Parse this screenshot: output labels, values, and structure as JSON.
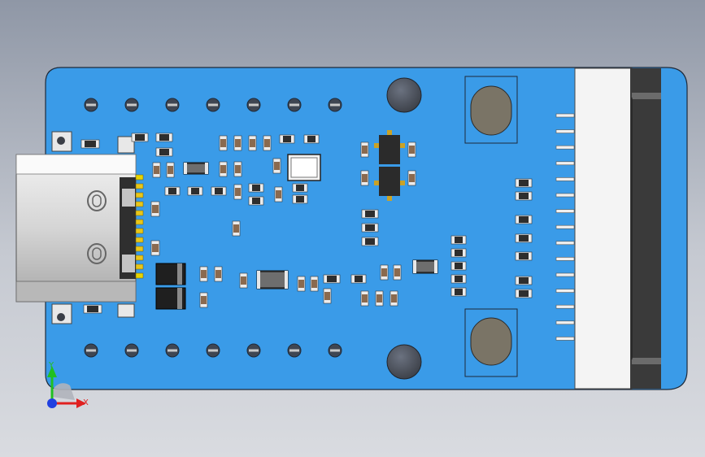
{
  "viewport": {
    "background_top": "#8f97a6",
    "background_bottom": "#d9dbe0"
  },
  "board": {
    "solder_mask_color": "#3a9be8",
    "outline_color": "#1e2a3a",
    "pad_color": "#c9a227",
    "resistor_body": "#7a5a3f",
    "capacitor_body": "#9a8a74",
    "ic_body": "#2b2b2b",
    "connector": {
      "type": "usb-c",
      "shell_color": "#d8d8d8"
    },
    "ffc_connector": {
      "body_color": "#f4f4f4",
      "latch_color": "#3a3a3a"
    }
  },
  "triad": {
    "x_label": "X",
    "y_label": "Y",
    "x_color": "#e02020",
    "y_color": "#20c020",
    "z_color": "#2040e0"
  }
}
